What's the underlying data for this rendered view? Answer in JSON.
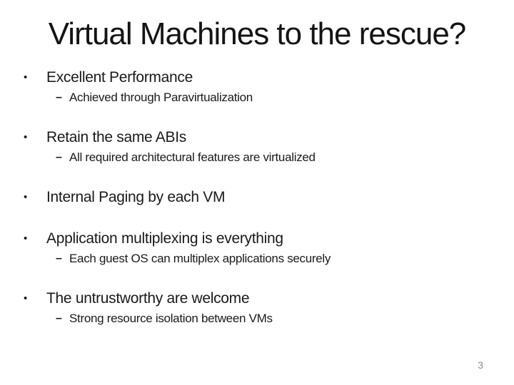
{
  "slide": {
    "title": "Virtual Machines to the rescue?",
    "bullet_marker": "•",
    "sub_marker": "–",
    "bullets": [
      {
        "text": "Excellent Performance",
        "subs": [
          "Achieved through Paravirtualization"
        ]
      },
      {
        "text": "Retain the same ABIs",
        "subs": [
          "All required architectural features are virtualized"
        ]
      },
      {
        "text": "Internal Paging by each VM",
        "subs": []
      },
      {
        "text": "Application multiplexing is everything",
        "subs": [
          "Each guest OS can multiplex applications securely"
        ]
      },
      {
        "text": "The untrustworthy are welcome",
        "subs": [
          "Strong resource isolation between VMs"
        ]
      }
    ],
    "page_number": "3",
    "colors": {
      "background": "#ffffff",
      "text": "#1a1a1a",
      "page_number": "#8c8c8c"
    }
  }
}
